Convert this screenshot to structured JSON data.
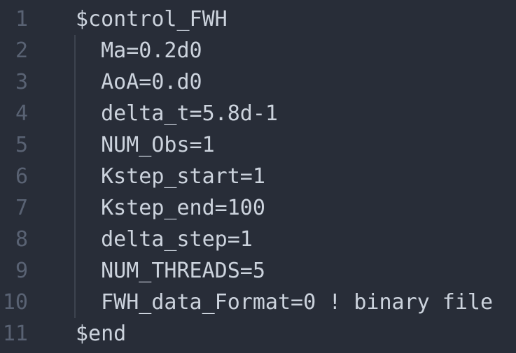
{
  "colors": {
    "bg": "#282d38",
    "text": "#ccd3dd",
    "line_number": "#596273",
    "indent_guide": "#3d434f"
  },
  "editor": {
    "language_hint": "fortran-namelist",
    "lines": [
      {
        "number": "1",
        "code": "$control_FWH"
      },
      {
        "number": "2",
        "code": "  Ma=0.2d0"
      },
      {
        "number": "3",
        "code": "  AoA=0.d0"
      },
      {
        "number": "4",
        "code": "  delta_t=5.8d-1"
      },
      {
        "number": "5",
        "code": "  NUM_Obs=1"
      },
      {
        "number": "6",
        "code": "  Kstep_start=1"
      },
      {
        "number": "7",
        "code": "  Kstep_end=100"
      },
      {
        "number": "8",
        "code": "  delta_step=1"
      },
      {
        "number": "9",
        "code": "  NUM_THREADS=5"
      },
      {
        "number": "10",
        "code": "  FWH_data_Format=0 ! binary file"
      },
      {
        "number": "11",
        "code": "$end"
      }
    ]
  }
}
